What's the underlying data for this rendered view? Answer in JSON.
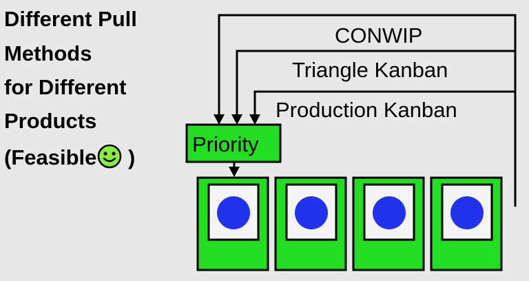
{
  "title": {
    "lines": [
      "Different Pull",
      "Methods",
      "for Different",
      "Products",
      "(Feasible"
    ],
    "closing": " )"
  },
  "signals": {
    "conwip": "CONWIP",
    "triangle": "Triangle Kanban",
    "production": "Production Kanban"
  },
  "priority_box": {
    "label": "Priority"
  },
  "colors": {
    "station_fill": "#22dd22",
    "part_fill": "#2233ee",
    "smiley_fill": "#88ee44",
    "background": "#e8e8e8"
  },
  "icons": {
    "smiley": "smiley-face-icon"
  }
}
